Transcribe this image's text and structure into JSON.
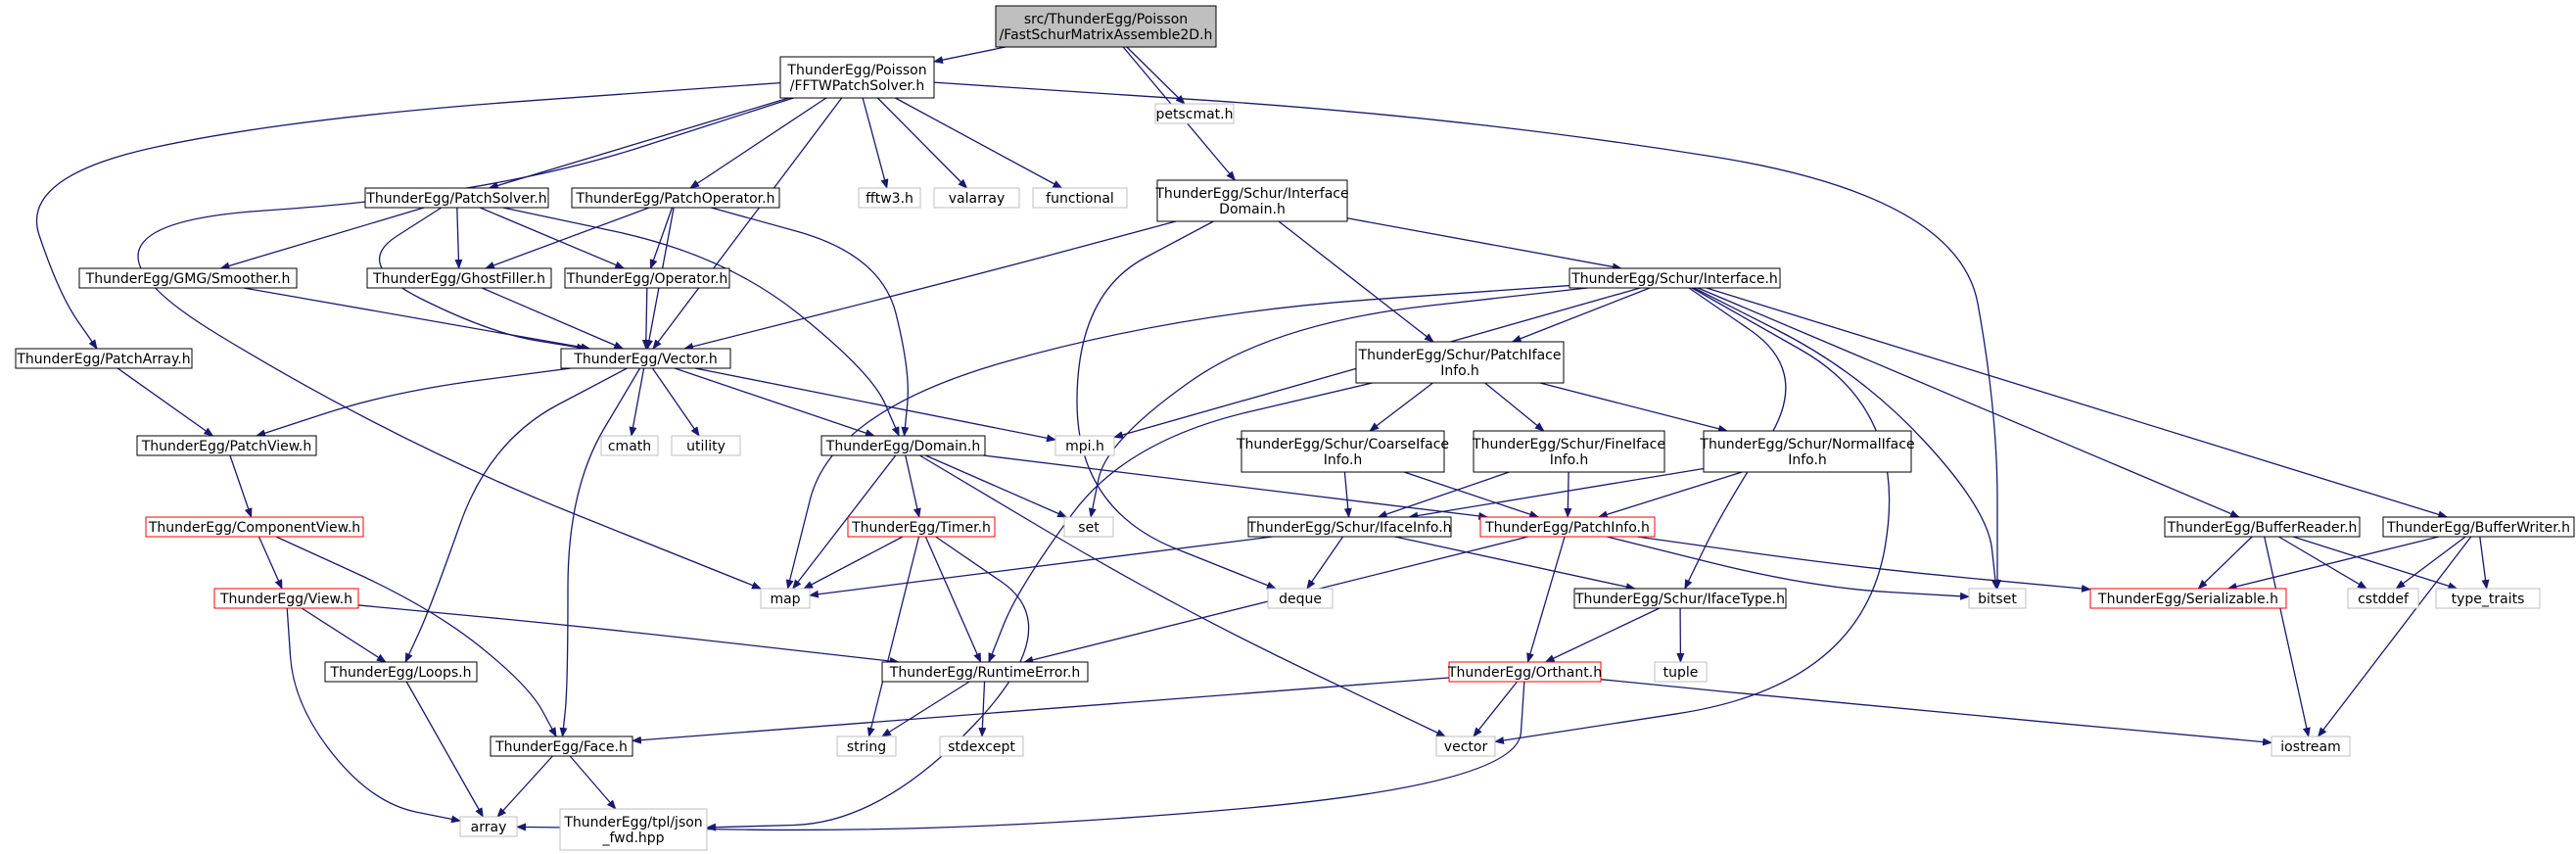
{
  "colors": {
    "edge": "#191970",
    "root_fill": "#bfbfbf",
    "root_border": "#000000",
    "documented_border": "#000000",
    "truncated_border": "#ff0000",
    "external_border": "#bfbfbf",
    "node_fill": "#ffffff"
  },
  "nodes": [
    {
      "id": "root",
      "kind": "root",
      "lines": [
        "src/ThunderEgg/Poisson",
        "/FastSchurMatrixAssemble2D.h"
      ]
    },
    {
      "id": "fftwpatchsolver",
      "kind": "documented",
      "lines": [
        "ThunderEgg/Poisson",
        "/FFTWPatchSolver.h"
      ]
    },
    {
      "id": "petscmat",
      "kind": "external",
      "lines": [
        "petscmat.h"
      ]
    },
    {
      "id": "patchsolver",
      "kind": "documented",
      "lines": [
        "ThunderEgg/PatchSolver.h"
      ]
    },
    {
      "id": "patchoperator",
      "kind": "documented",
      "lines": [
        "ThunderEgg/PatchOperator.h"
      ]
    },
    {
      "id": "fftw3",
      "kind": "external",
      "lines": [
        "fftw3.h"
      ]
    },
    {
      "id": "valarray",
      "kind": "external",
      "lines": [
        "valarray"
      ]
    },
    {
      "id": "functional",
      "kind": "external",
      "lines": [
        "functional"
      ]
    },
    {
      "id": "interfacedomain",
      "kind": "documented",
      "lines": [
        "ThunderEgg/Schur/Interface",
        "Domain.h"
      ]
    },
    {
      "id": "smoother",
      "kind": "documented",
      "lines": [
        "ThunderEgg/GMG/Smoother.h"
      ]
    },
    {
      "id": "ghostfiller",
      "kind": "documented",
      "lines": [
        "ThunderEgg/GhostFiller.h"
      ]
    },
    {
      "id": "operator",
      "kind": "documented",
      "lines": [
        "ThunderEgg/Operator.h"
      ]
    },
    {
      "id": "interface",
      "kind": "documented",
      "lines": [
        "ThunderEgg/Schur/Interface.h"
      ]
    },
    {
      "id": "patcharray",
      "kind": "documented",
      "lines": [
        "ThunderEgg/PatchArray.h"
      ]
    },
    {
      "id": "vector",
      "kind": "documented",
      "lines": [
        "ThunderEgg/Vector.h"
      ]
    },
    {
      "id": "patchifaceinfo",
      "kind": "documented",
      "lines": [
        "ThunderEgg/Schur/PatchIface",
        "Info.h"
      ]
    },
    {
      "id": "patchview",
      "kind": "documented",
      "lines": [
        "ThunderEgg/PatchView.h"
      ]
    },
    {
      "id": "cmath",
      "kind": "external",
      "lines": [
        "cmath"
      ]
    },
    {
      "id": "utility",
      "kind": "external",
      "lines": [
        "utility"
      ]
    },
    {
      "id": "domain",
      "kind": "documented",
      "lines": [
        "ThunderEgg/Domain.h"
      ]
    },
    {
      "id": "mpi",
      "kind": "external",
      "lines": [
        "mpi.h"
      ]
    },
    {
      "id": "coarseifaceinfo",
      "kind": "documented",
      "lines": [
        "ThunderEgg/Schur/CoarseIface",
        "Info.h"
      ]
    },
    {
      "id": "fineifaceinfo",
      "kind": "documented",
      "lines": [
        "ThunderEgg/Schur/FineIface",
        "Info.h"
      ]
    },
    {
      "id": "normalifaceinfo",
      "kind": "documented",
      "lines": [
        "ThunderEgg/Schur/NormalIface",
        "Info.h"
      ]
    },
    {
      "id": "componentview",
      "kind": "truncated",
      "lines": [
        "ThunderEgg/ComponentView.h"
      ]
    },
    {
      "id": "timer",
      "kind": "truncated",
      "lines": [
        "ThunderEgg/Timer.h"
      ]
    },
    {
      "id": "set",
      "kind": "external",
      "lines": [
        "set"
      ]
    },
    {
      "id": "ifaceinfo",
      "kind": "documented",
      "lines": [
        "ThunderEgg/Schur/IfaceInfo.h"
      ]
    },
    {
      "id": "patchinfo",
      "kind": "truncated",
      "lines": [
        "ThunderEgg/PatchInfo.h"
      ]
    },
    {
      "id": "bufferreader",
      "kind": "documented",
      "lines": [
        "ThunderEgg/BufferReader.h"
      ]
    },
    {
      "id": "bufferwriter",
      "kind": "documented",
      "lines": [
        "ThunderEgg/BufferWriter.h"
      ]
    },
    {
      "id": "view",
      "kind": "truncated",
      "lines": [
        "ThunderEgg/View.h"
      ]
    },
    {
      "id": "map",
      "kind": "external",
      "lines": [
        "map"
      ]
    },
    {
      "id": "deque",
      "kind": "external",
      "lines": [
        "deque"
      ]
    },
    {
      "id": "ifacetype",
      "kind": "documented",
      "lines": [
        "ThunderEgg/Schur/IfaceType.h"
      ]
    },
    {
      "id": "bitset",
      "kind": "external",
      "lines": [
        "bitset"
      ]
    },
    {
      "id": "serializable",
      "kind": "truncated",
      "lines": [
        "ThunderEgg/Serializable.h"
      ]
    },
    {
      "id": "cstddef",
      "kind": "external",
      "lines": [
        "cstddef"
      ]
    },
    {
      "id": "type_traits",
      "kind": "external",
      "lines": [
        "type_traits"
      ]
    },
    {
      "id": "loops",
      "kind": "documented",
      "lines": [
        "ThunderEgg/Loops.h"
      ]
    },
    {
      "id": "runtimeerror",
      "kind": "documented",
      "lines": [
        "ThunderEgg/RuntimeError.h"
      ]
    },
    {
      "id": "tuple",
      "kind": "external",
      "lines": [
        "tuple"
      ]
    },
    {
      "id": "orthant",
      "kind": "truncated",
      "lines": [
        "ThunderEgg/Orthant.h"
      ]
    },
    {
      "id": "string",
      "kind": "external",
      "lines": [
        "string"
      ]
    },
    {
      "id": "stdexcept",
      "kind": "external",
      "lines": [
        "stdexcept"
      ]
    },
    {
      "id": "face",
      "kind": "documented",
      "lines": [
        "ThunderEgg/Face.h"
      ]
    },
    {
      "id": "vectorstd",
      "kind": "external",
      "lines": [
        "vector"
      ]
    },
    {
      "id": "iostream",
      "kind": "external",
      "lines": [
        "iostream"
      ]
    },
    {
      "id": "array",
      "kind": "external",
      "lines": [
        "array"
      ]
    },
    {
      "id": "json_fwd",
      "kind": "external",
      "lines": [
        "ThunderEgg/tpl/json",
        "_fwd.hpp"
      ]
    }
  ],
  "edges": [
    [
      "root",
      "fftwpatchsolver"
    ],
    [
      "root",
      "petscmat"
    ],
    [
      "root",
      "interfacedomain"
    ],
    [
      "fftwpatchsolver",
      "patchsolver"
    ],
    [
      "fftwpatchsolver",
      "patchoperator"
    ],
    [
      "fftwpatchsolver",
      "fftw3"
    ],
    [
      "fftwpatchsolver",
      "valarray"
    ],
    [
      "fftwpatchsolver",
      "functional"
    ],
    [
      "fftwpatchsolver",
      "vector"
    ],
    [
      "fftwpatchsolver",
      "patcharray"
    ],
    [
      "fftwpatchsolver",
      "map"
    ],
    [
      "fftwpatchsolver",
      "bitset"
    ],
    [
      "patchsolver",
      "smoother"
    ],
    [
      "patchsolver",
      "ghostfiller"
    ],
    [
      "patchsolver",
      "operator"
    ],
    [
      "patchsolver",
      "vector"
    ],
    [
      "patchsolver",
      "domain"
    ],
    [
      "patchoperator",
      "ghostfiller"
    ],
    [
      "patchoperator",
      "operator"
    ],
    [
      "patchoperator",
      "vector"
    ],
    [
      "patchoperator",
      "domain"
    ],
    [
      "smoother",
      "vector"
    ],
    [
      "ghostfiller",
      "vector"
    ],
    [
      "operator",
      "vector"
    ],
    [
      "interfacedomain",
      "vector"
    ],
    [
      "interfacedomain",
      "interface"
    ],
    [
      "interfacedomain",
      "patchifaceinfo"
    ],
    [
      "interfacedomain",
      "deque"
    ],
    [
      "interface",
      "patchifaceinfo"
    ],
    [
      "interface",
      "mpi"
    ],
    [
      "interface",
      "map"
    ],
    [
      "interface",
      "set"
    ],
    [
      "interface",
      "bitset"
    ],
    [
      "interface",
      "vectorstd"
    ],
    [
      "interface",
      "ifacetype"
    ],
    [
      "interface",
      "bufferreader"
    ],
    [
      "interface",
      "bufferwriter"
    ],
    [
      "patcharray",
      "patchview"
    ],
    [
      "vector",
      "patchview"
    ],
    [
      "vector",
      "cmath"
    ],
    [
      "vector",
      "utility"
    ],
    [
      "vector",
      "domain"
    ],
    [
      "vector",
      "mpi"
    ],
    [
      "vector",
      "loops"
    ],
    [
      "vector",
      "face"
    ],
    [
      "patchifaceinfo",
      "coarseifaceinfo"
    ],
    [
      "patchifaceinfo",
      "fineifaceinfo"
    ],
    [
      "patchifaceinfo",
      "normalifaceinfo"
    ],
    [
      "patchifaceinfo",
      "runtimeerror"
    ],
    [
      "coarseifaceinfo",
      "ifaceinfo"
    ],
    [
      "coarseifaceinfo",
      "patchinfo"
    ],
    [
      "fineifaceinfo",
      "ifaceinfo"
    ],
    [
      "fineifaceinfo",
      "patchinfo"
    ],
    [
      "normalifaceinfo",
      "ifaceinfo"
    ],
    [
      "normalifaceinfo",
      "patchinfo"
    ],
    [
      "patchview",
      "componentview"
    ],
    [
      "componentview",
      "view"
    ],
    [
      "componentview",
      "face"
    ],
    [
      "domain",
      "timer"
    ],
    [
      "domain",
      "set"
    ],
    [
      "domain",
      "map"
    ],
    [
      "domain",
      "patchinfo"
    ],
    [
      "domain",
      "vectorstd"
    ],
    [
      "timer",
      "map"
    ],
    [
      "timer",
      "runtimeerror"
    ],
    [
      "timer",
      "string"
    ],
    [
      "timer",
      "json_fwd"
    ],
    [
      "ifaceinfo",
      "map"
    ],
    [
      "ifaceinfo",
      "deque"
    ],
    [
      "ifaceinfo",
      "ifacetype"
    ],
    [
      "patchinfo",
      "bitset"
    ],
    [
      "patchinfo",
      "serializable"
    ],
    [
      "patchinfo",
      "orthant"
    ],
    [
      "patchinfo",
      "runtimeerror"
    ],
    [
      "bufferreader",
      "serializable"
    ],
    [
      "bufferreader",
      "cstddef"
    ],
    [
      "bufferreader",
      "type_traits"
    ],
    [
      "bufferreader",
      "iostream"
    ],
    [
      "bufferwriter",
      "serializable"
    ],
    [
      "bufferwriter",
      "cstddef"
    ],
    [
      "bufferwriter",
      "type_traits"
    ],
    [
      "bufferwriter",
      "iostream"
    ],
    [
      "view",
      "loops"
    ],
    [
      "view",
      "runtimeerror"
    ],
    [
      "view",
      "array"
    ],
    [
      "ifacetype",
      "tuple"
    ],
    [
      "ifacetype",
      "orthant"
    ],
    [
      "loops",
      "array"
    ],
    [
      "runtimeerror",
      "string"
    ],
    [
      "runtimeerror",
      "stdexcept"
    ],
    [
      "orthant",
      "face"
    ],
    [
      "orthant",
      "vectorstd"
    ],
    [
      "orthant",
      "iostream"
    ],
    [
      "orthant",
      "array"
    ],
    [
      "face",
      "array"
    ],
    [
      "face",
      "json_fwd"
    ]
  ]
}
